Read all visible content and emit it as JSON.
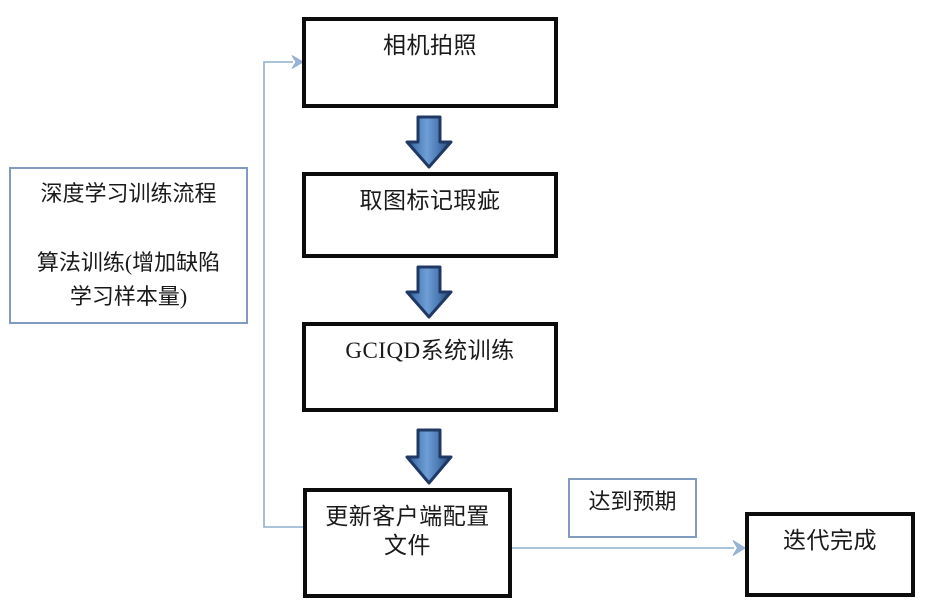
{
  "diagram": {
    "title": "深度学习训练流程",
    "nodes": {
      "camera_capture": {
        "label": "相机拍照"
      },
      "mark_defects": {
        "label": "取图标记瑕疵"
      },
      "system_training": {
        "label": "GCIQD系统训练"
      },
      "update_client_config": {
        "label": "更新客户端配置\n文件"
      },
      "iteration_done": {
        "label": "迭代完成"
      }
    },
    "notes": {
      "training_process": {
        "label": "深度学习训练流程\n\n算法训练(增加缺陷\n学习样本量)"
      },
      "meets_expectation": {
        "label": "达到预期"
      }
    },
    "colors": {
      "box_border": "#0c0c0c",
      "note_border": "#7f9bc0",
      "arrow_fill": "#5b8ec4",
      "arrow_fill_dark": "#2b4a78",
      "arrow_outline": "#1f3864",
      "connector_line": "#8faed2",
      "text": "#1a1a1a",
      "background": "#ffffff"
    },
    "connectors": {
      "camera_to_mark": "down-arrow",
      "mark_to_training": "down-arrow",
      "training_to_update": "down-arrow",
      "update_to_iteration": "right-arrow-line",
      "update_to_camera_feedback": "feedback-loop-line"
    }
  }
}
